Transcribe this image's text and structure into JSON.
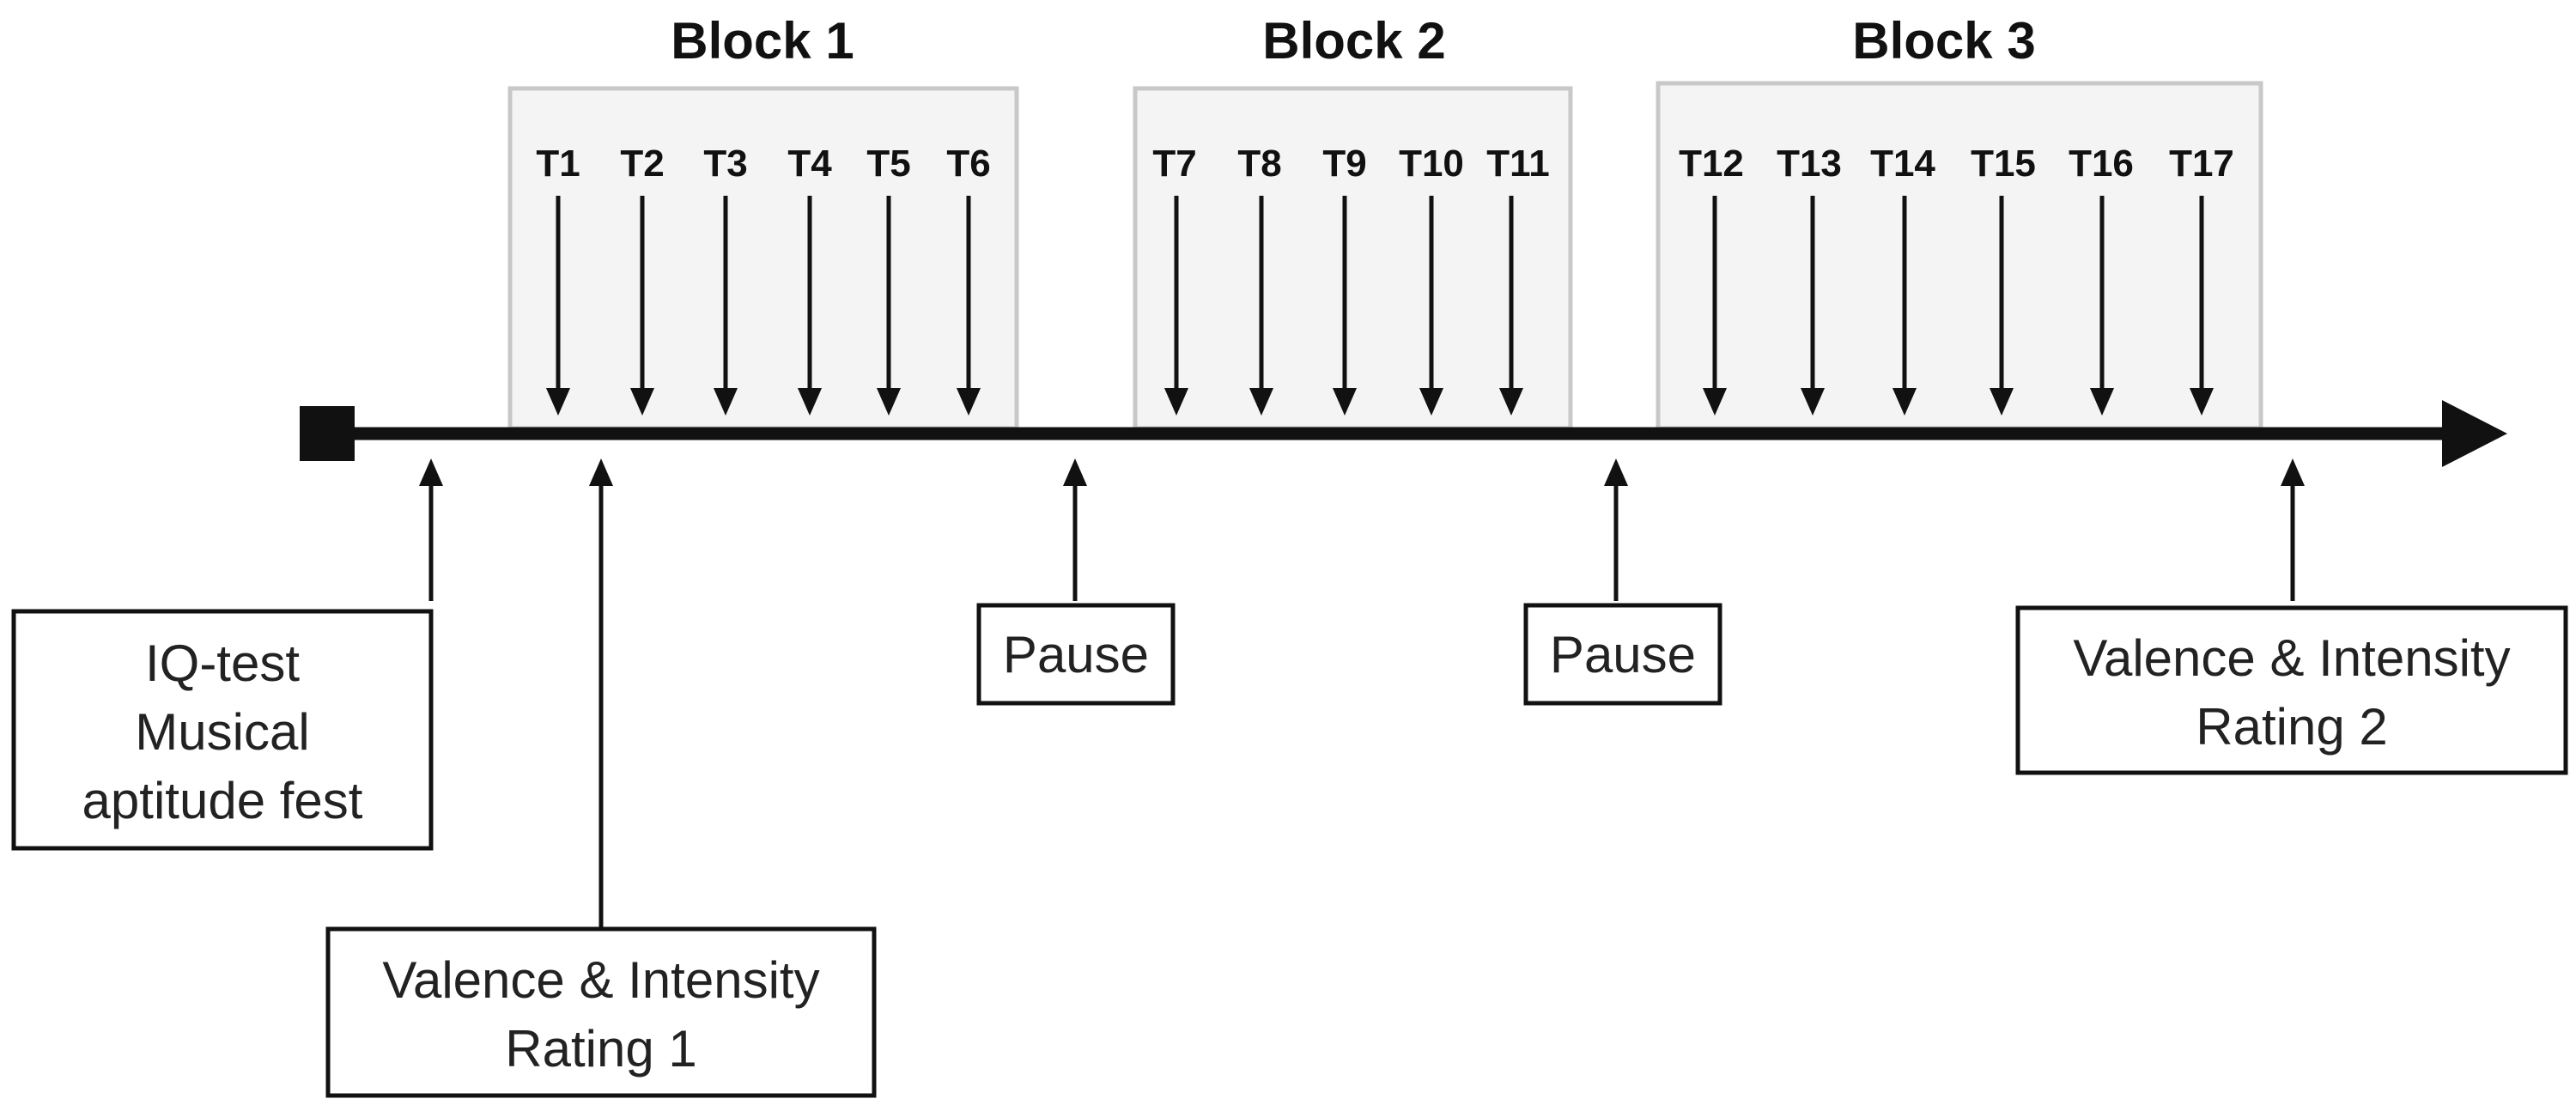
{
  "blocks": [
    {
      "title": "Block 1",
      "trials": [
        "T1",
        "T2",
        "T3",
        "T4",
        "T5",
        "T6"
      ]
    },
    {
      "title": "Block 2",
      "trials": [
        "T7",
        "T8",
        "T9",
        "T10",
        "T11"
      ]
    },
    {
      "title": "Block 3",
      "trials": [
        "T12",
        "T13",
        "T14",
        "T15",
        "T16",
        "T17"
      ]
    }
  ],
  "events": {
    "start_tests": [
      "IQ-test",
      "Musical",
      "aptitude fest"
    ],
    "rating_1": [
      "Valence & Intensity",
      "Rating 1"
    ],
    "pause_1": [
      "Pause"
    ],
    "pause_2": [
      "Pause"
    ],
    "rating_2": [
      "Valence & Intensity",
      "Rating 2"
    ]
  },
  "colors": {
    "ink": "#111111",
    "block_fill": "#f4f4f4",
    "block_border": "#c8c8c8"
  }
}
